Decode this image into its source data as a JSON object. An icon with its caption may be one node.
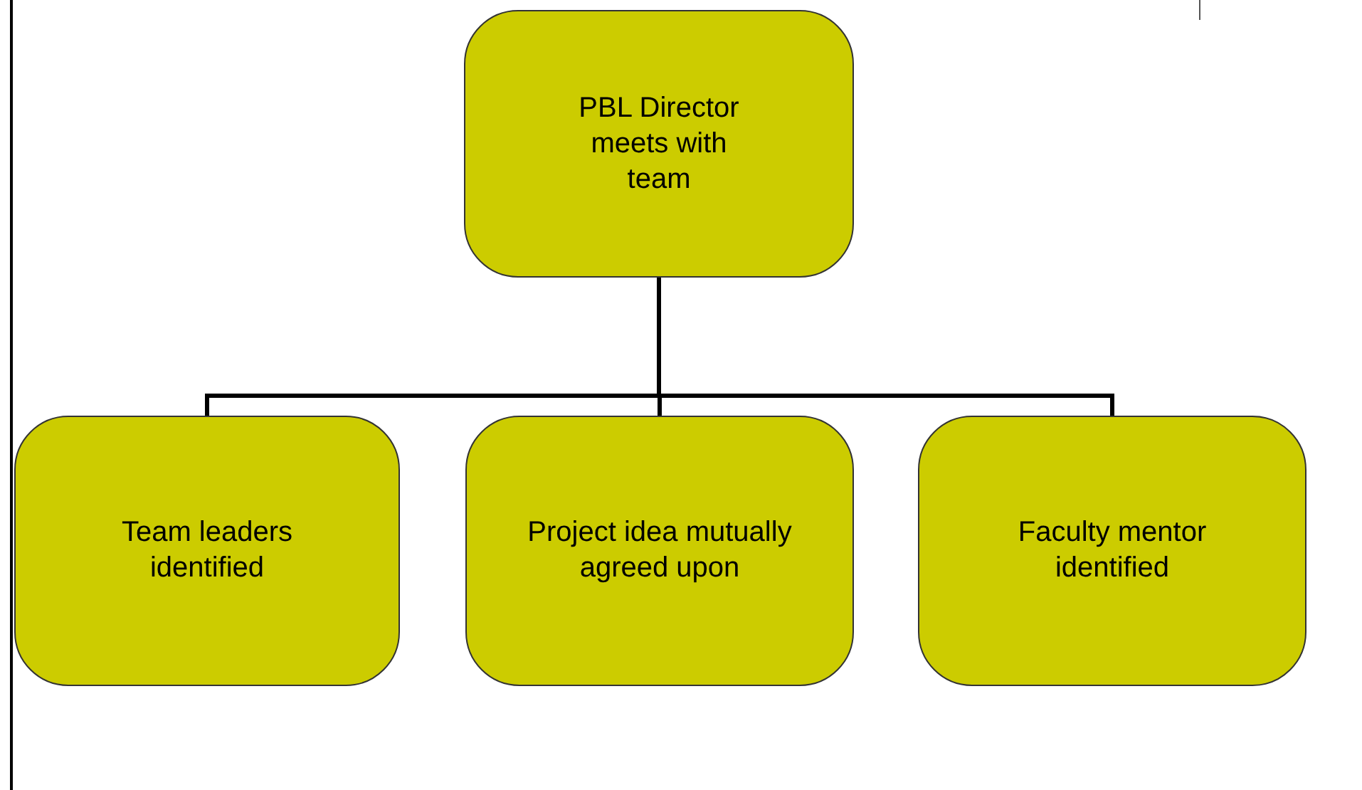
{
  "diagram": {
    "nodes": [
      {
        "text": [
          "PBL Director meets with team"
        ]
      },
      {
        "text": [
          "Team leaders identified"
        ]
      },
      {
        "text": [
          "Project idea mutually agreed upon"
        ]
      },
      {
        "text": [
          "Faculty mentor identified"
        ]
      }
    ],
    "edges": [
      {
        "from": 0,
        "to": 1,
        "arrow": "none"
      },
      {
        "from": 0,
        "to": 2,
        "arrow": "none"
      },
      {
        "from": 0,
        "to": 3,
        "arrow": "none"
      }
    ]
  }
}
